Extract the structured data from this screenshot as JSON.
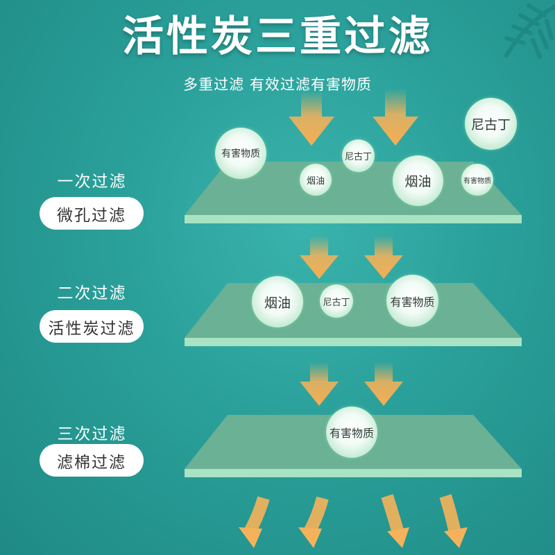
{
  "title": "活性炭三重过滤",
  "subtitle": "多重过滤 有效过滤有害物质",
  "colors": {
    "background": "#2a9f99",
    "panel": "#6bb195",
    "panel_edge": "#a8e3c4",
    "arrow": "#f6b25a"
  },
  "stages": [
    {
      "label": "一次过滤",
      "method": "微孔过滤"
    },
    {
      "label": "二次过滤",
      "method": "活性炭过滤"
    },
    {
      "label": "三次过滤",
      "method": "滤棉过滤"
    }
  ],
  "particles": {
    "harmful": "有害物质",
    "nicotine": "尼古丁",
    "tar": "烟油"
  }
}
